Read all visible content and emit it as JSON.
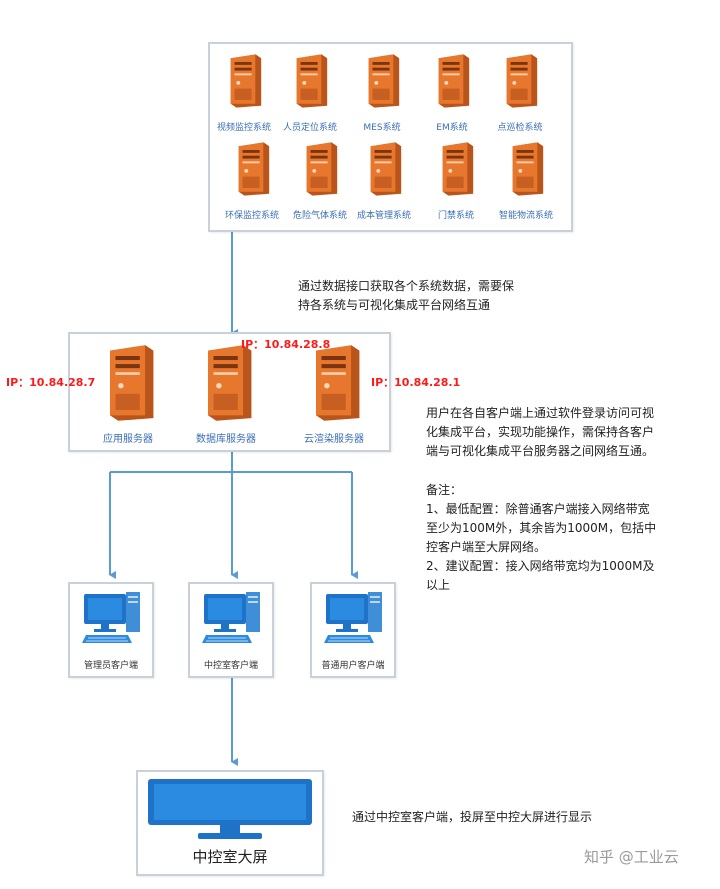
{
  "top_systems": {
    "row1": [
      "视频监控系统",
      "人员定位系统",
      "MES系统",
      "EM系统",
      "点巡检系统"
    ],
    "row2": [
      "环保监控系统",
      "危险气体系统",
      "成本管理系统",
      "门禁系统",
      "智能物流系统"
    ]
  },
  "interface_note": [
    "通过数据接口获取各个系统数据，需要保",
    "持各系统与可视化集成平台网络互通"
  ],
  "servers": {
    "labels": [
      "应用服务器",
      "数据库服务器",
      "云渲染服务器"
    ],
    "ips": [
      "IP：10.84.28.7",
      "IP：10.84.28.8",
      "IP：10.84.28.1"
    ]
  },
  "client_note": [
    "用户在各自客户端上通过软件登录访问可视",
    "化集成平台，实现功能操作，需保持各客户",
    "端与可视化集成平台服务器之间网络互通。"
  ],
  "remarks": [
    "备注：",
    "1、最低配置：除普通客户端接入网络带宽",
    "至少为100M外，其余皆为1000M，包括中",
    "控客户端至大屏网络。",
    "2、建议配置：接入网络带宽均为1000M及",
    "以上"
  ],
  "clients": [
    "管理员客户端",
    "中控室客户端",
    "普通用户客户端"
  ],
  "big_screen": {
    "label": "中控室大屏",
    "note": "通过中控室客户端，投屏至中控大屏进行显示"
  },
  "watermark": "知乎 @工业云",
  "colors": {
    "server": "#e8772e",
    "server_dark": "#b9541a",
    "line": "#5b9bd5",
    "label": "#3a6fb5",
    "ip": "#ff1a1a",
    "monitor": "#1e72c8"
  }
}
